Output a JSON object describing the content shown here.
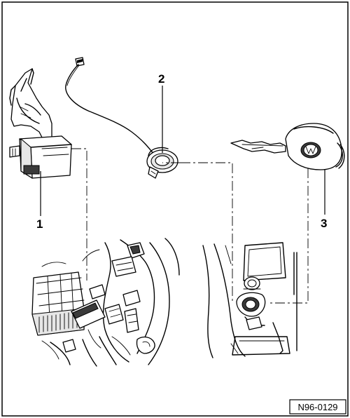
{
  "figure": {
    "callouts": [
      {
        "label": "1"
      },
      {
        "label": "2"
      },
      {
        "label": "3"
      }
    ],
    "reference_code": "N96-0129"
  },
  "colors": {
    "line": "#000000",
    "background": "#ffffff",
    "shade": "#e6e6e6"
  }
}
